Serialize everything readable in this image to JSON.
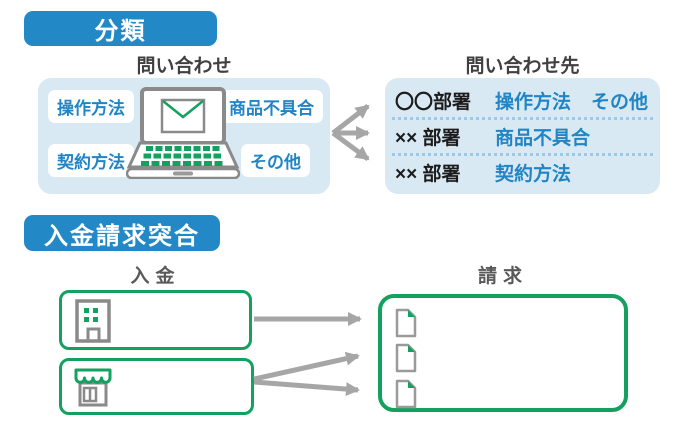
{
  "classification": {
    "header": "分類",
    "source_title": "問い合わせ",
    "dest_title": "問い合わせ先",
    "tags": {
      "top_left": "操作方法",
      "top_right": "商品不具合",
      "bottom_left": "契約方法",
      "bottom_right": "その他"
    },
    "dest_rows": [
      {
        "dept": "〇〇部署",
        "tag1": "操作方法",
        "tag2": "その他"
      },
      {
        "dept": "×× 部署",
        "tag1": "商品不具合"
      },
      {
        "dept": "×× 部署",
        "tag1": "契約方法"
      }
    ]
  },
  "matching": {
    "header": "入金請求突合",
    "deposit_title": "入金",
    "billing_title": "請求"
  },
  "icons": {
    "laptop": "laptop-icon",
    "envelope": "envelope-icon",
    "building": "building-icon",
    "store": "store-icon",
    "document": "document-icon",
    "arrows": "arrow-icon"
  },
  "colors": {
    "accent_blue": "#2389c6",
    "panel_blue": "#d9e9f4",
    "text_blue": "#2185c5",
    "green": "#14a15f",
    "label_gray": "#595959",
    "dark_gray": "#404040",
    "arrow_gray": "#a6a6a6",
    "icon_gray": "#8a8a8a",
    "dept_black": "#1c1c1c"
  }
}
